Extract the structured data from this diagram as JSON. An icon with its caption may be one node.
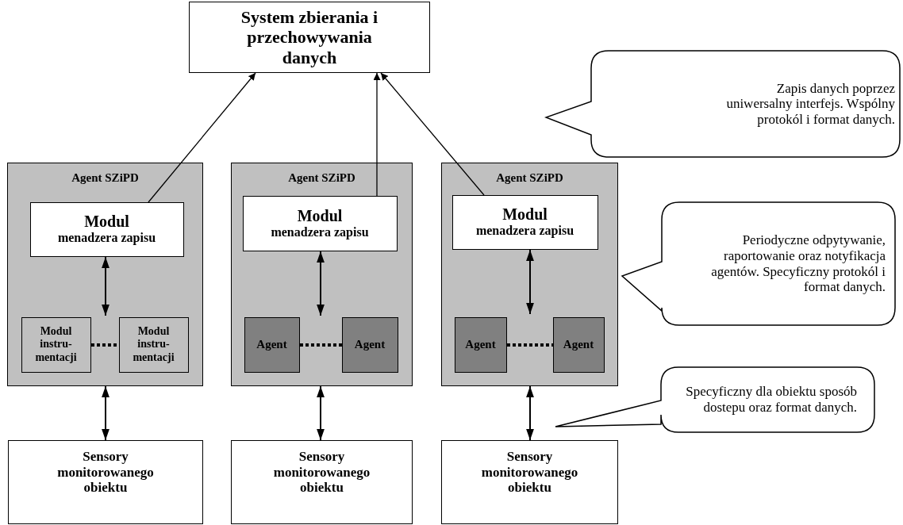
{
  "diagram": {
    "nodes": [
      {
        "text": [
          "System zbierania i przechowywania danych"
        ]
      },
      {
        "text": [
          "Agent SZiPD"
        ]
      },
      {
        "text": [
          "Modul",
          "menadzera zapisu"
        ],
        "in": 1
      },
      {
        "text": [
          "Modul instru-mentacji"
        ],
        "in": 1
      },
      {
        "text": [
          "Modul instru-mentacji"
        ],
        "in": 1
      },
      {
        "text": [
          "Agent SZiPD"
        ]
      },
      {
        "text": [
          "Modul",
          "menadzera zapisu"
        ],
        "in": 5
      },
      {
        "text": [
          "Agent"
        ],
        "in": 5
      },
      {
        "text": [
          "Agent"
        ],
        "in": 5
      },
      {
        "text": [
          "Agent SZiPD"
        ]
      },
      {
        "text": [
          "Modul",
          "menadzera zapisu"
        ],
        "in": 9
      },
      {
        "text": [
          "Agent"
        ],
        "in": 9
      },
      {
        "text": [
          "Agent"
        ],
        "in": 9
      },
      {
        "text": [
          "Sensory monitorowanego obiektu"
        ]
      },
      {
        "text": [
          "Sensory monitorowanego obiektu"
        ]
      },
      {
        "text": [
          "Sensory monitorowanego obiektu"
        ]
      },
      {
        "text": [
          "Zapis danych poprzez uniwersalny interfejs. Wspólny protokól i format danych."
        ]
      },
      {
        "text": [
          "Periodyczne odpytywanie, raportowanie oraz notyfikacja agentów. Specyficzny protokól i format danych."
        ]
      },
      {
        "text": [
          "Specyficzny dla obiektu sposób dostepu oraz format danych."
        ]
      }
    ],
    "edges": [
      {
        "from": 2,
        "to": 0,
        "arrow": "to"
      },
      {
        "from": 6,
        "to": 0,
        "arrow": "to"
      },
      {
        "from": 10,
        "to": 0,
        "arrow": "to"
      },
      {
        "from": 2,
        "to": 3,
        "arrow": "both"
      },
      {
        "from": 3,
        "to": 4,
        "arrow": "none",
        "style": "dashed"
      },
      {
        "from": 6,
        "to": 7,
        "arrow": "both"
      },
      {
        "from": 7,
        "to": 8,
        "arrow": "none",
        "style": "dashed"
      },
      {
        "from": 10,
        "to": 12,
        "arrow": "both"
      },
      {
        "from": 11,
        "to": 12,
        "arrow": "none",
        "style": "dashed"
      },
      {
        "from": 13,
        "to": 1,
        "arrow": "both"
      },
      {
        "from": 14,
        "to": 5,
        "arrow": "both"
      },
      {
        "from": 15,
        "to": 9,
        "arrow": "both"
      }
    ]
  }
}
